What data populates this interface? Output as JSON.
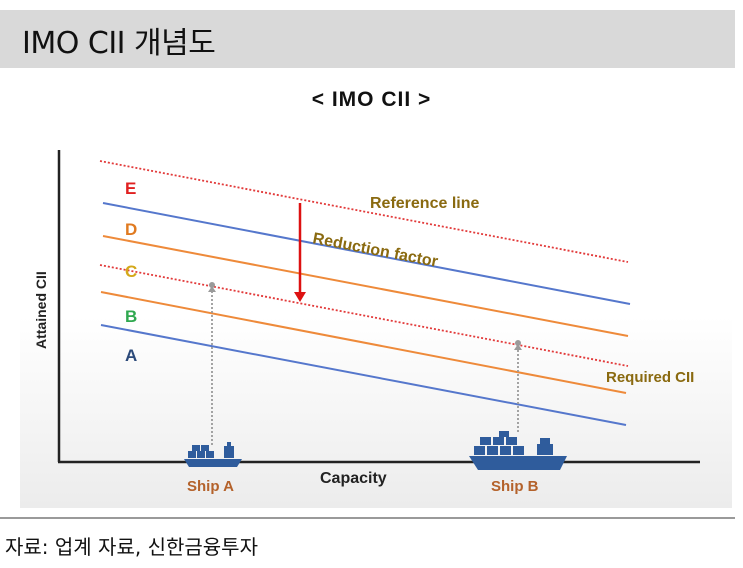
{
  "header": {
    "title": "IMO CII 개념도"
  },
  "diagram": {
    "title": "< IMO CII >",
    "y_axis_label": "Attained CII",
    "x_axis_label": "Capacity",
    "grades": [
      {
        "letter": "E",
        "color": "#e02020"
      },
      {
        "letter": "D",
        "color": "#e07a20"
      },
      {
        "letter": "C",
        "color": "#d4a81a"
      },
      {
        "letter": "B",
        "color": "#2fa84f"
      },
      {
        "letter": "A",
        "color": "#2c4a7a"
      }
    ],
    "annotations": {
      "reference_line": "Reference line",
      "reduction_factor": "Reduction factor",
      "required_cii": "Required CII"
    },
    "ships": [
      {
        "label": "Ship A"
      },
      {
        "label": "Ship B"
      }
    ],
    "colors": {
      "blue_line": "#5577cc",
      "orange_line": "#ee8a3a",
      "red_dotted": "#e23a3a",
      "arrow": "#dd1111",
      "annotation_text": "#8a6a10",
      "ship_label": "#b4622b",
      "ship": "#2f5c9c"
    }
  },
  "footer": {
    "source": "자료: 업계 자료, 신한금융투자"
  }
}
